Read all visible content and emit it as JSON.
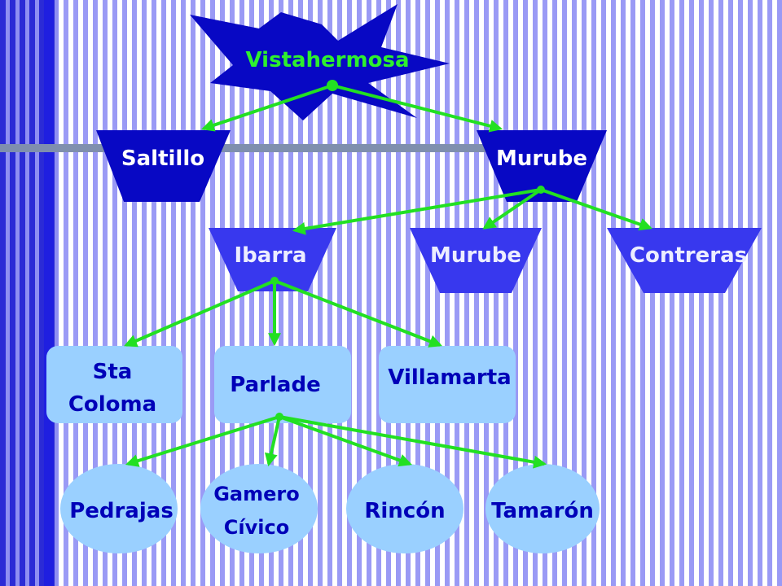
{
  "colors": {
    "root_text": "#2ef02e",
    "dark_node": "#0808c4",
    "mid_node": "#3838ee",
    "light_node": "#9ad0ff",
    "dark_text": "#ffffff",
    "mid_text": "#ecedff",
    "light_text": "#0000b8",
    "edge": "#22e022"
  },
  "nodes": {
    "root": "Vistahermosa",
    "saltillo": "Saltillo",
    "murube_top": "Murube",
    "ibarra": "Ibarra",
    "murube_mid": "Murube",
    "contreras": "Contreras",
    "sta_coloma_1": "Sta",
    "sta_coloma_2": "Coloma",
    "parlade": "Parlade",
    "villamarta": "Villamarta",
    "pedrajas": "Pedrajas",
    "gamero_civico_1": "Gamero",
    "gamero_civico_2": "Cívico",
    "rincon": "Rincón",
    "tamaron": "Tamarón"
  }
}
